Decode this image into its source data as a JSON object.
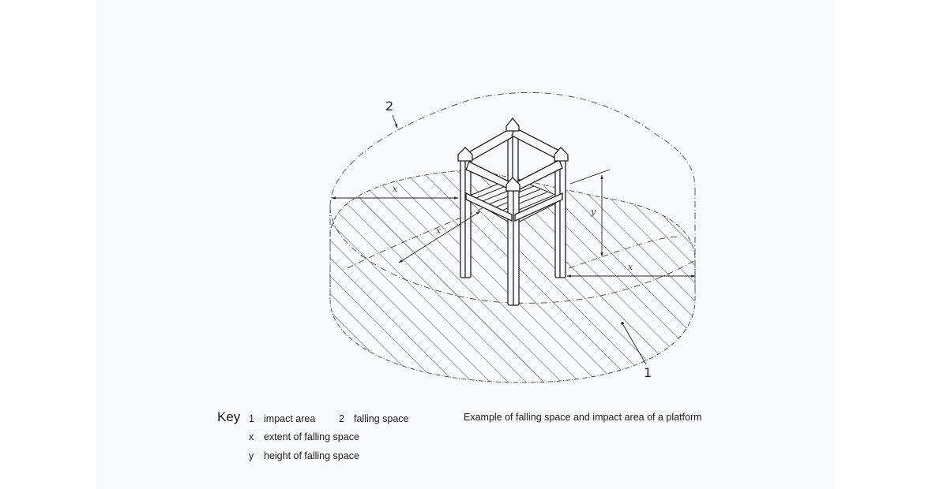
{
  "figure": {
    "caption": "Example of falling space and impact area of a platform",
    "callouts": [
      {
        "id": "1",
        "label": "1",
        "target": "impact area"
      },
      {
        "id": "2",
        "label": "2",
        "target": "falling space"
      }
    ],
    "dimension_labels": {
      "x_top": "x",
      "x_diag": "x",
      "x_right": "x",
      "y_vert": "y"
    }
  },
  "key": {
    "title": "Key",
    "entries": [
      {
        "symbol": "1",
        "text": "impact area"
      },
      {
        "symbol": "2",
        "text": "falling space"
      },
      {
        "symbol": "x",
        "text": "extent of falling space"
      },
      {
        "symbol": "y",
        "text": "height of falling space"
      }
    ]
  },
  "colors": {
    "background": "#ffffff",
    "panel": "#f7fbfd",
    "ink": "#222222"
  }
}
